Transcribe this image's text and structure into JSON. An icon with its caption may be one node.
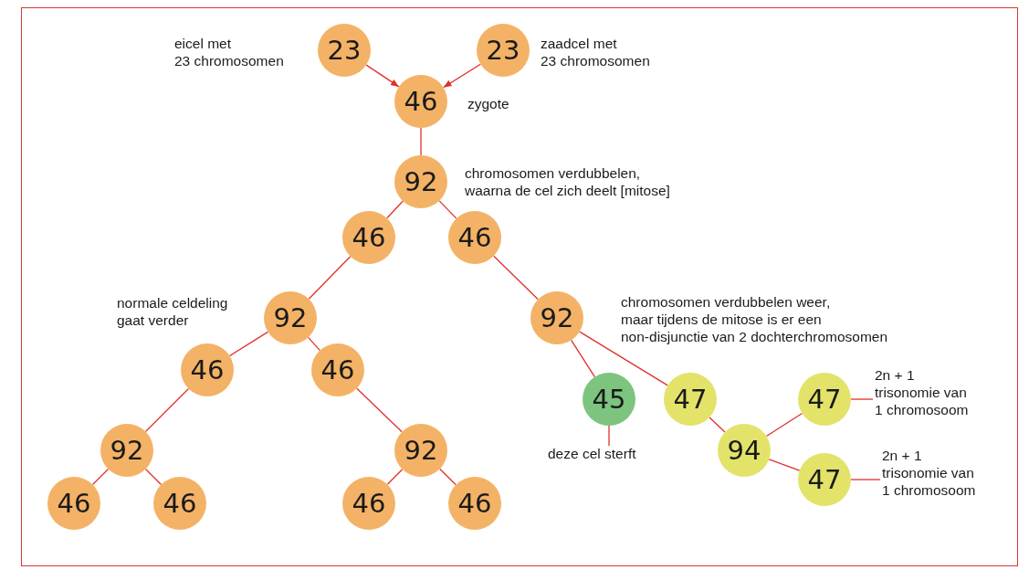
{
  "diagram": {
    "nodes": [
      {
        "text": [
          "23"
        ],
        "beside": [
          "eicel met 23 chromosomen"
        ]
      },
      {
        "text": [
          "23"
        ],
        "beside": [
          "zaadcel met 23 chromosomen"
        ]
      },
      {
        "text": [
          "46"
        ],
        "beside": [
          "zygote"
        ]
      },
      {
        "text": [
          "92"
        ],
        "beside": [
          "chromosomen verdubbelen, waarna de cel zich deelt [mitose]"
        ]
      },
      {
        "text": [
          "46"
        ]
      },
      {
        "text": [
          "46"
        ]
      },
      {
        "text": [
          "92"
        ]
      },
      {
        "text": [
          "92"
        ],
        "beside": [
          "chromosomen verdubbelen weer, maar tijdens de mitose is er een non-disjunctie van 2 dochterchromosomen"
        ]
      },
      {
        "text": [
          "46"
        ]
      },
      {
        "text": [
          "46"
        ]
      },
      {
        "text": [
          "45"
        ]
      },
      {
        "text": [
          "47"
        ]
      },
      {
        "text": [
          "47"
        ]
      },
      {
        "text": [
          "2n + 1",
          "trisonomie van 1 chromosoom"
        ]
      },
      {
        "text": [
          "94"
        ]
      },
      {
        "text": [
          "92"
        ]
      },
      {
        "text": [
          "92"
        ]
      },
      {
        "text": [
          "47"
        ]
      },
      {
        "text": [
          "2n + 1",
          "trisonomie van 1 chromosoom"
        ]
      },
      {
        "text": [
          "deze cel sterft"
        ]
      },
      {
        "text": [
          "46"
        ]
      },
      {
        "text": [
          "46"
        ]
      },
      {
        "text": [
          "46"
        ]
      },
      {
        "text": [
          "46"
        ]
      }
    ],
    "edges": [
      {
        "from": 0,
        "to": 2,
        "arrow": "to"
      },
      {
        "from": 1,
        "to": 2,
        "arrow": "to"
      },
      {
        "from": 2,
        "to": 3,
        "arrow": "none"
      },
      {
        "from": 3,
        "to": 4,
        "arrow": "none"
      },
      {
        "from": 3,
        "to": 5,
        "arrow": "none"
      },
      {
        "from": 4,
        "to": 6,
        "arrow": "none"
      },
      {
        "from": 5,
        "to": 7,
        "arrow": "none"
      },
      {
        "from": 6,
        "to": 8,
        "arrow": "none"
      },
      {
        "from": 6,
        "to": 9,
        "arrow": "none"
      },
      {
        "from": 7,
        "to": 10,
        "arrow": "none"
      },
      {
        "from": 7,
        "to": 11,
        "arrow": "none"
      },
      {
        "from": 11,
        "to": 14,
        "arrow": "none"
      },
      {
        "from": 14,
        "to": 12,
        "arrow": "none"
      },
      {
        "from": 14,
        "to": 17,
        "arrow": "none"
      },
      {
        "from": 12,
        "to": 13,
        "arrow": "none"
      },
      {
        "from": 17,
        "to": 18,
        "arrow": "none"
      },
      {
        "from": 10,
        "to": 19,
        "arrow": "none"
      },
      {
        "from": 8,
        "to": 15,
        "arrow": "none"
      },
      {
        "from": 9,
        "to": 16,
        "arrow": "none"
      },
      {
        "from": 15,
        "to": 20,
        "arrow": "none"
      },
      {
        "from": 15,
        "to": 21,
        "arrow": "none"
      },
      {
        "from": 16,
        "to": 22,
        "arrow": "none"
      },
      {
        "from": 16,
        "to": 23,
        "arrow": "none"
      }
    ],
    "labels": [
      "normale celdeling gaat verder"
    ]
  }
}
